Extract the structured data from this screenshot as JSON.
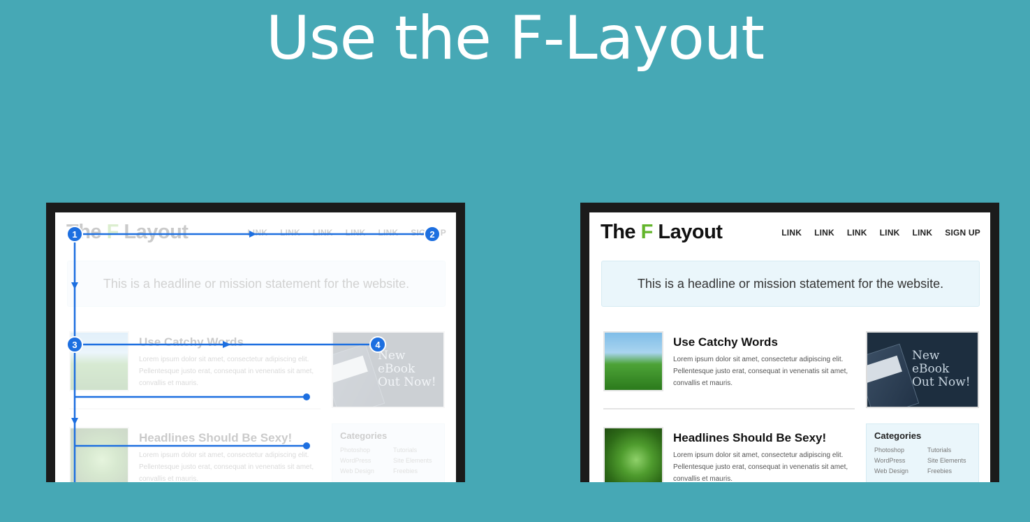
{
  "slide": {
    "title": "Use the F-Layout"
  },
  "site": {
    "logo_prefix": "The ",
    "logo_f": "F",
    "logo_suffix": " Layout",
    "nav": [
      "LINK",
      "LINK",
      "LINK",
      "LINK",
      "LINK",
      "SIGN UP"
    ],
    "mission": "This is a headline or mission statement for the website.",
    "posts": [
      {
        "title": "Use Catchy Words",
        "text": "Lorem ipsum dolor sit amet, consectetur adipiscing elit. Pellentesque justo erat, consequat in venenatis sit amet, convallis et mauris."
      },
      {
        "title": "Headlines Should Be Sexy!",
        "text": "Lorem ipsum dolor sit amet, consectetur adipiscing elit. Pellentesque justo erat, consequat in venenatis sit amet, convallis et mauris."
      }
    ],
    "ebook": {
      "line1": "New",
      "line2": "eBook",
      "line3": "Out Now!"
    },
    "categories": {
      "title": "Categories",
      "items": [
        "Photoshop",
        "Tutorials",
        "WordPress",
        "Site Elements",
        "Web Design",
        "Freebies"
      ]
    }
  },
  "markers": [
    "1",
    "2",
    "3",
    "4"
  ],
  "colors": {
    "background": "#46a8b5",
    "accent_f": "#63b52b",
    "overlay_blue": "#1d6fe0"
  }
}
